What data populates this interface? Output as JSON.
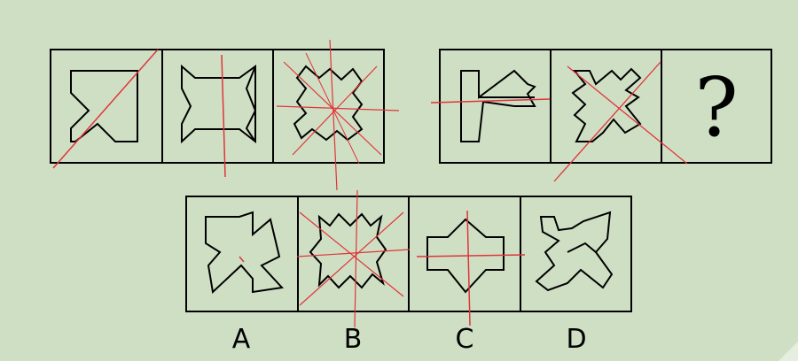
{
  "question_mark": "?",
  "options": [
    {
      "id": "option-a",
      "label": "A"
    },
    {
      "id": "option-b",
      "label": "B"
    },
    {
      "id": "option-c",
      "label": "C"
    },
    {
      "id": "option-d",
      "label": "D"
    }
  ],
  "colors": {
    "background": "#cfdfc4",
    "stroke": "#000000",
    "axis_line": "#e0343a"
  }
}
